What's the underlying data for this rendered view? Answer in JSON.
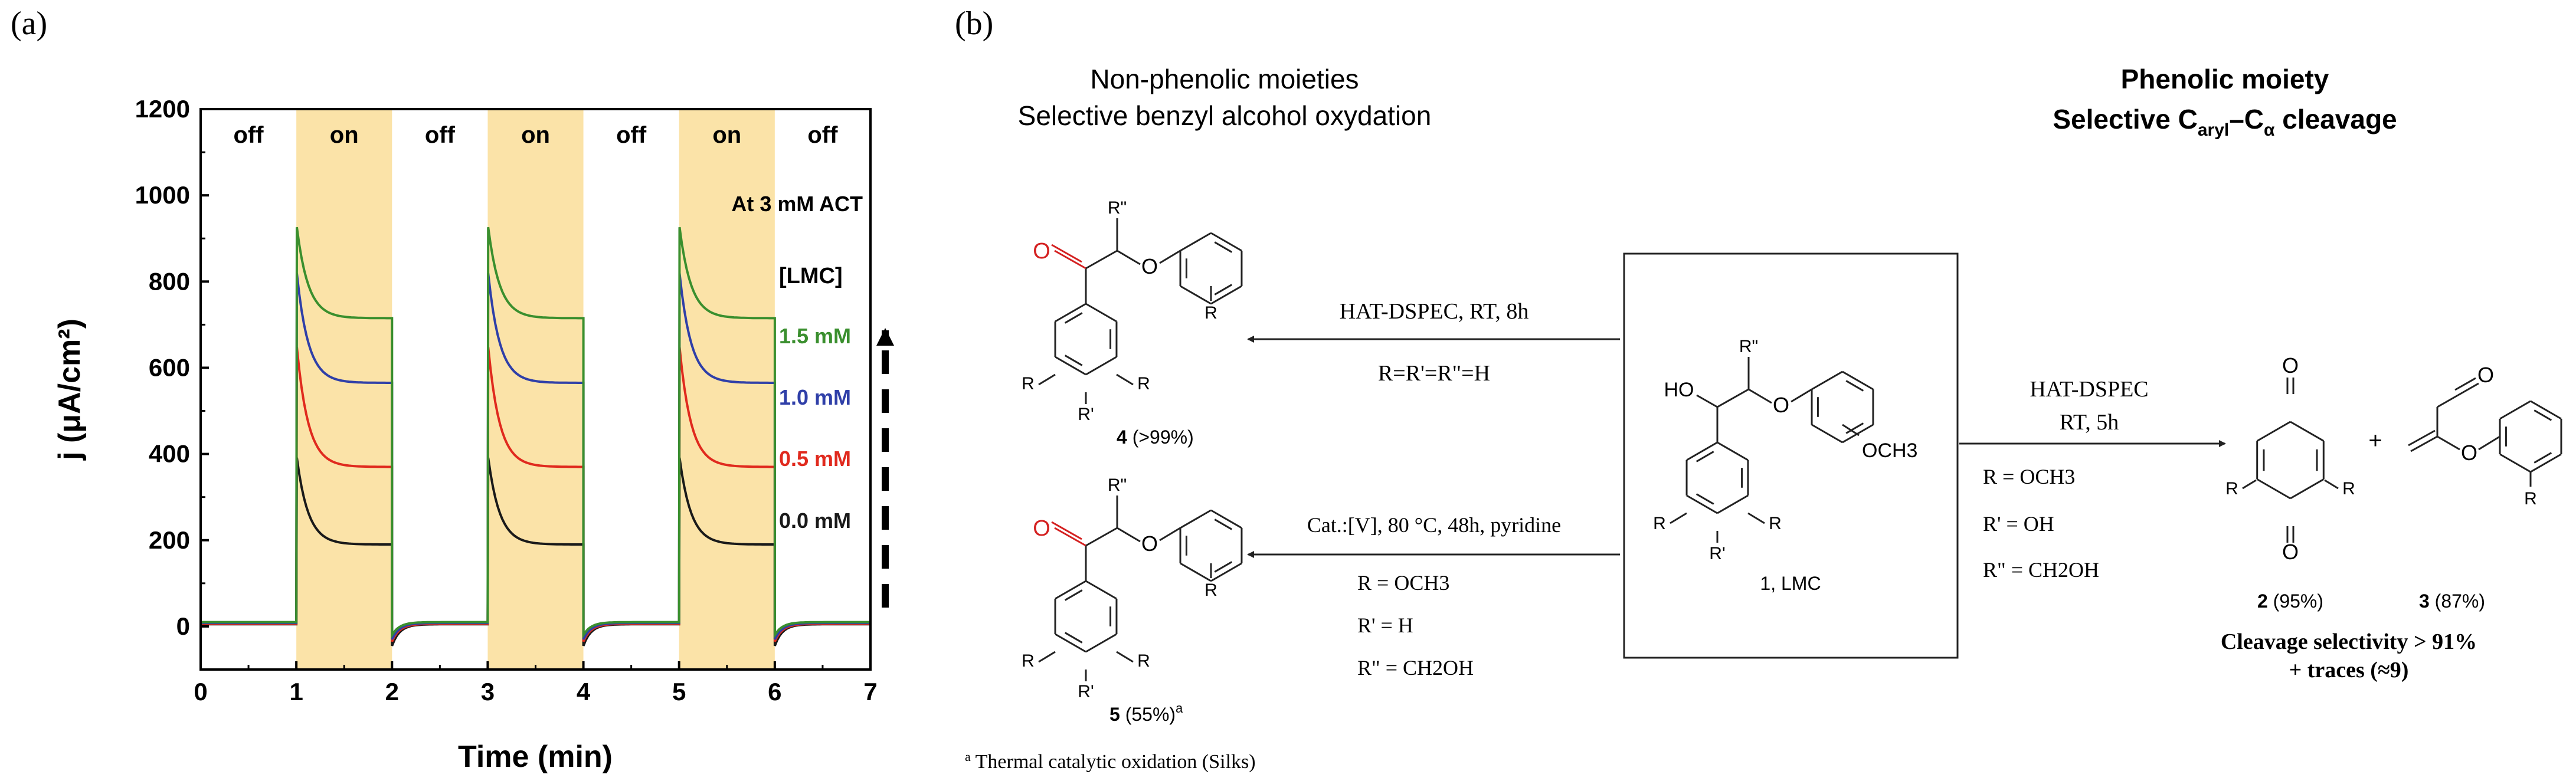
{
  "panel_a": {
    "label": "(a)",
    "chart_data": {
      "type": "line",
      "xlabel": "Time (min)",
      "ylabel": "j (μA/cm²)",
      "xlim": [
        0,
        7
      ],
      "ylim": [
        -100,
        1200
      ],
      "x_ticks": [
        "0",
        "1",
        "2",
        "3",
        "4",
        "5",
        "6",
        "7"
      ],
      "y_ticks": [
        "0",
        "200",
        "400",
        "600",
        "800",
        "1000",
        "1200"
      ],
      "light_states": [
        "off",
        "on",
        "off",
        "on",
        "off",
        "on",
        "off"
      ],
      "annotation": "At 3 mM ACT",
      "legend_title": "[LMC]",
      "series": [
        {
          "name": "1.5 mM",
          "color": "#3a8f2e",
          "dark": 10,
          "peak": 935,
          "plateau": 715,
          "undershoot": -20
        },
        {
          "name": "1.0 mM",
          "color": "#2f3fa8",
          "dark": 8,
          "peak": 830,
          "plateau": 565,
          "undershoot": -30
        },
        {
          "name": "0.5 mM",
          "color": "#e02a1e",
          "dark": 6,
          "peak": 660,
          "plateau": 370,
          "undershoot": -35
        },
        {
          "name": "0.0 mM",
          "color": "#1a1a1a",
          "dark": 5,
          "peak": 400,
          "plateau": 190,
          "undershoot": -45
        }
      ]
    }
  },
  "panel_b": {
    "label": "(b)",
    "left_header_line1": "Non-phenolic moieties",
    "left_header_line2": "Selective benzyl alcohol oxydation",
    "right_header_line1": "Phenolic moiety",
    "right_header_line2_main": "Selective C",
    "right_header_line2_sub1": "aryl",
    "right_header_line2_mid": "–C",
    "right_header_line2_sub2": "α",
    "right_header_line2_end": " cleavage",
    "reaction_top": {
      "condition": "HAT-DSPEC, RT, 8h",
      "substituents": "R=R'=R\"=H"
    },
    "reaction_bottom": {
      "condition": "Cat.:[V], 80 °C, 48h, pyridine",
      "sub_r": "R = OCH3",
      "sub_r1": "R' = H",
      "sub_r2": "R\" = CH2OH"
    },
    "reaction_right": {
      "condition_line1": "HAT-DSPEC",
      "condition_line2": "RT, 5h",
      "sub_r": "R = OCH3",
      "sub_r1": "R' = OH",
      "sub_r2": "R\" = CH2OH"
    },
    "compound_lmc": {
      "label": "1, LMC",
      "och3": "OCH3",
      "ho": "HO",
      "r2": "R\"",
      "r": "R",
      "r1": "R'"
    },
    "compound_4": {
      "number": "4",
      "yield": "(>99%)"
    },
    "compound_5": {
      "number": "5",
      "yield": "(55%)",
      "footnote_mark": "a"
    },
    "compound_2": {
      "number": "2",
      "yield": "(95%)"
    },
    "compound_3": {
      "number": "3",
      "yield": "(87%)"
    },
    "plus": "+",
    "selectivity_line1": "Cleavage selectivity > 91%",
    "selectivity_line2": "+ traces (≈9)",
    "footnote": "Thermal catalytic oxidation (Silks)",
    "footnote_mark": "a",
    "atom_labels": {
      "O": "O",
      "R": "R",
      "R1": "R'",
      "R2": "R\""
    },
    "colors": {
      "carbonyl": "#d42020",
      "bond": "#222222"
    }
  }
}
